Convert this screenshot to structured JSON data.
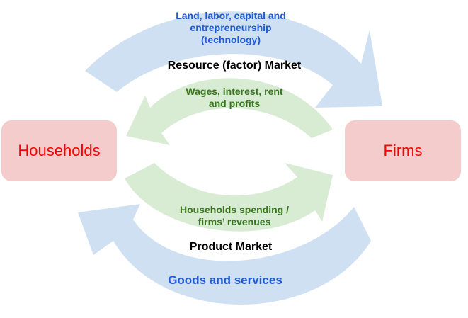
{
  "nodes": {
    "households": "Households",
    "firms": "Firms"
  },
  "labels": {
    "land_line1": "Land, labor, capital and",
    "land_line2": "entrepreneurship",
    "land_line3": "(technology)",
    "resource_market": "Resource (factor) Market",
    "wages_line1": "Wages, interest, rent",
    "wages_line2": "and profits",
    "spending_line1": "Households spending /",
    "spending_line2": "firms’ revenues",
    "product_market": "Product Market",
    "goods": "Goods and services"
  },
  "colors": {
    "blue_arrow": "#cfe0f2",
    "green_arrow": "#d8ebd3",
    "box_fill": "#f4cccc",
    "box_text": "#ff0000",
    "blue_text": "#1f5bd1",
    "green_text": "#38761d",
    "market_text": "#000000"
  }
}
